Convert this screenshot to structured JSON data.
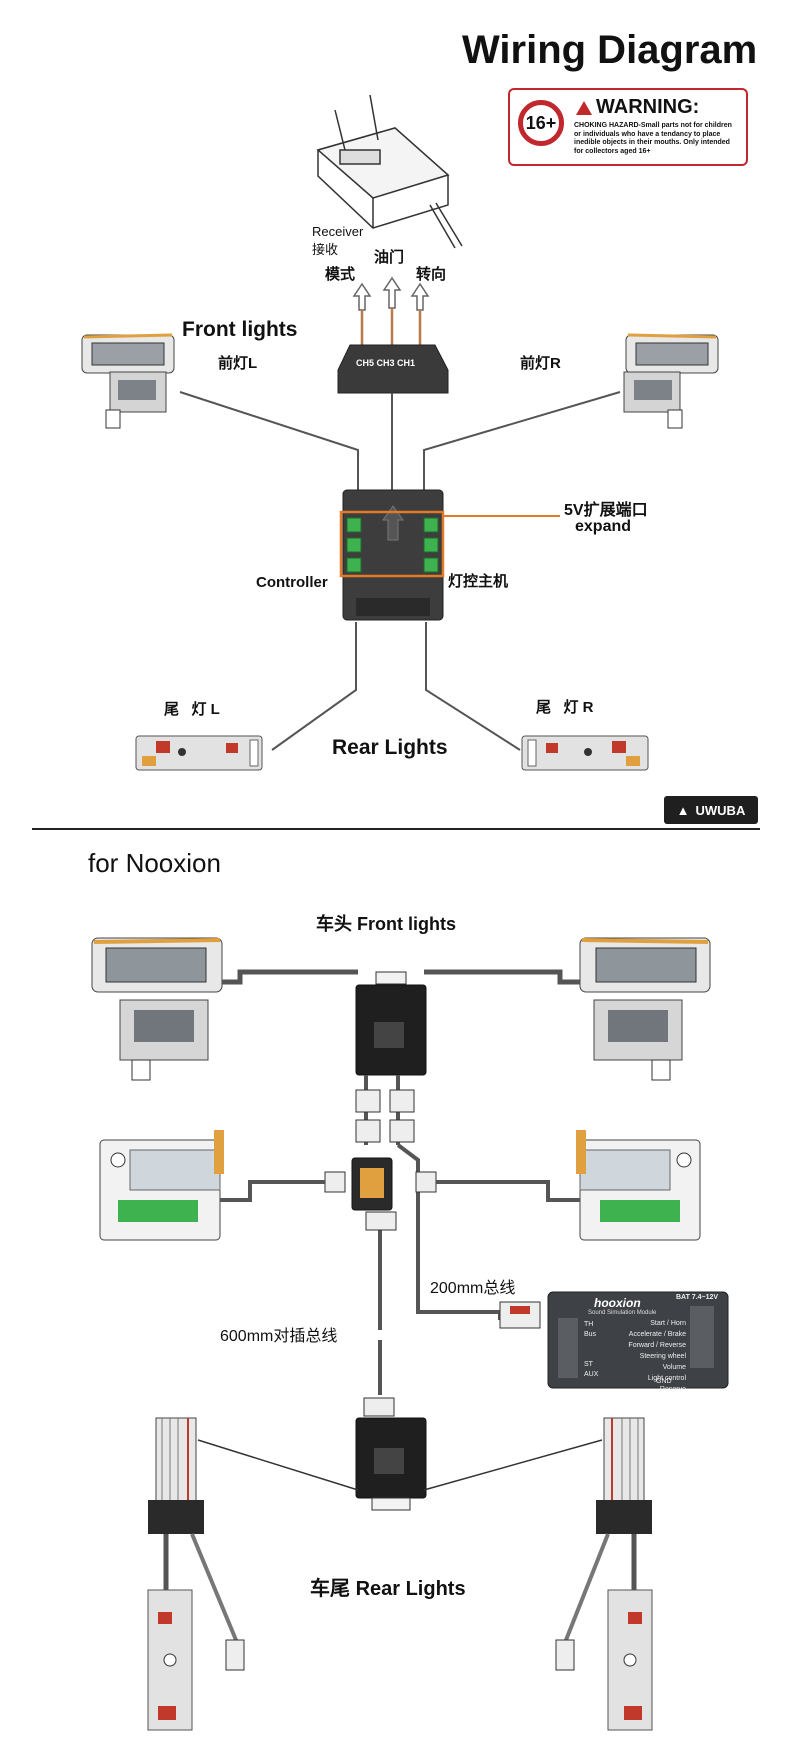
{
  "title": "Wiring Diagram",
  "warning": {
    "age_badge": "16+",
    "heading": "WARNING:",
    "text": "CHOKING HAZARD-Small parts not for children or individuals who have a tendancy to place inedible objects in their mouths. Only intended for collectors aged 16+"
  },
  "top": {
    "receiver_en": "Receiver",
    "receiver_cn": "接收",
    "throttle_cn": "油门",
    "mode_cn": "模式",
    "steering_cn": "转向",
    "channels": "CH5 CH3 CH1",
    "front_lights": "Front lights",
    "front_left": "前灯L",
    "front_right": "前灯R",
    "expand_cn": "5V扩展端口",
    "expand_en": "expand",
    "controller_en": "Controller",
    "controller_cn": "灯控主机",
    "rear_left": "尾   灯 L",
    "rear_right": "尾   灯 R",
    "rear_lights": "Rear Lights",
    "brand": "UWUBA"
  },
  "bottom": {
    "heading": "for Nooxion",
    "front_cn": "车头",
    "front_en": "Front lights",
    "bus_200": "200mm总线",
    "bus_600": "600mm对插总线",
    "rear_cn": "车尾",
    "rear_en": "Rear Lights",
    "module": {
      "logo": "hooxion",
      "subtitle": "Sound Simulation Module",
      "power": "BAT 7.4~12V",
      "functions": [
        "Start / Horn",
        "Accelerate / Brake",
        "Forward / Reverse",
        "Steering wheel",
        "Volume",
        "Light control",
        "Reserve",
        "GND"
      ],
      "ports": [
        "TH",
        "Bus",
        "ST",
        "AUX"
      ]
    }
  },
  "colors": {
    "warning_red": "#c0282d",
    "highlight_orange": "#e07b2a",
    "wire": "#444444",
    "harness_red": "#c0392b"
  }
}
